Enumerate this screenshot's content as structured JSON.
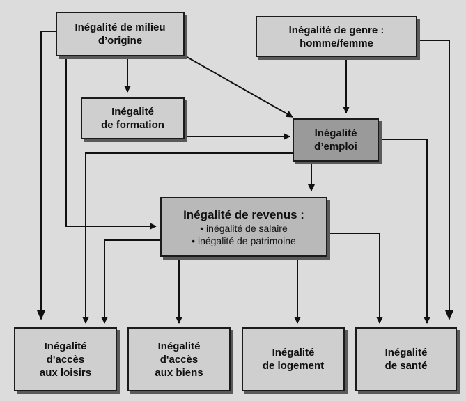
{
  "nodes": {
    "milieu": [
      "Inégalité de milieu",
      "d’origine"
    ],
    "genre": [
      "Inégalité de genre :",
      "homme/femme"
    ],
    "formation": [
      "Inégalité",
      "de formation"
    ],
    "emploi": [
      "Inégalité",
      "d’emploi"
    ],
    "revenus": {
      "title": "Inégalité de revenus :",
      "items": [
        "inégalité de salaire",
        "inégalité de patrimoine"
      ]
    },
    "loisirs": [
      "Inégalité",
      "d'accès",
      "aux loisirs"
    ],
    "biens": [
      "Inégalité",
      "d'accès",
      "aux biens"
    ],
    "logement": [
      "Inégalité",
      "de logement"
    ],
    "sante": [
      "Inégalité",
      "de santé"
    ]
  }
}
